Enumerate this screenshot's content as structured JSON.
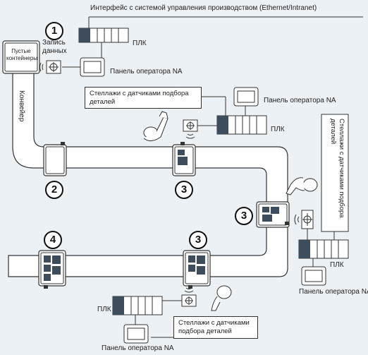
{
  "labels": {
    "interface": "Интерфейс с системой управления производством (Ethernet/Intranet)",
    "plc_top": "ПЛК",
    "empty_containers": "Пустые контейнеры",
    "data_write": "Запись данных",
    "op_panel_top": "Панель оператора NA",
    "conveyor": "Конвейер",
    "racks_top": "Стеллажи с датчиками подбора деталей",
    "op_panel_right_top": "Панель оператора NA",
    "plc_mid": "ПЛК",
    "racks_right": "Стеллажи с датчиками подбора деталей",
    "plc_right": "ПЛК",
    "op_panel_right_bottom": "Панель оператора NA",
    "plc_bottom": "ПЛК",
    "racks_bottom": "Стеллажи с датчиками подбора деталей",
    "op_panel_bottom": "Панель оператора NA"
  },
  "steps": {
    "s1": "1",
    "s2": "2",
    "s3a": "3",
    "s3b": "3",
    "s3c": "3",
    "s4": "4"
  },
  "colors": {
    "background": "#ecf1f5",
    "conveyor_fill": "#ffffff",
    "outline": "#333333",
    "box_dark": "#3d4d5c"
  }
}
